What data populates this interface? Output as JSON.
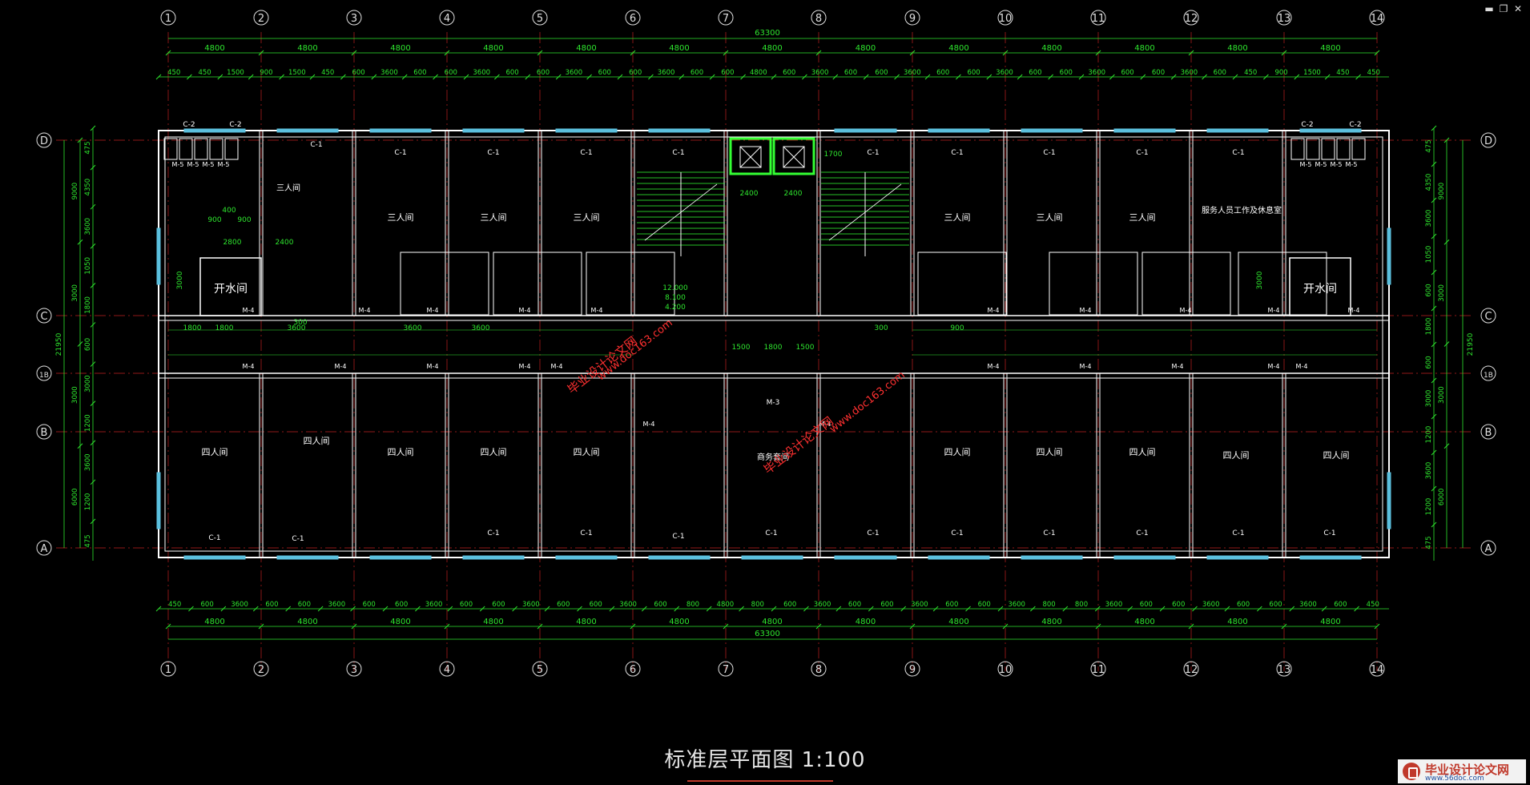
{
  "window": {
    "minimize": "▬",
    "restore": "❐",
    "close": "✕"
  },
  "title": "标准层平面图 1:100",
  "axes_h": [
    "1",
    "2",
    "3",
    "4",
    "5",
    "6",
    "7",
    "8",
    "9",
    "10",
    "11",
    "12",
    "13",
    "14"
  ],
  "axes_v": [
    "D",
    "C",
    "1B",
    "B",
    "A"
  ],
  "total_dim": "63300",
  "total_v_dim": "21950",
  "bay_dim": "4800",
  "top_detail": [
    "450",
    "450",
    "1500",
    "900",
    "1500",
    "450",
    "600",
    "3600",
    "600",
    "600",
    "3600",
    "600",
    "600",
    "3600",
    "600",
    "600",
    "3600",
    "600",
    "600",
    "4800",
    "600",
    "3600",
    "600",
    "600",
    "3600",
    "600",
    "600",
    "3600",
    "600",
    "600",
    "3600",
    "600",
    "600",
    "3600",
    "600",
    "450",
    "900",
    "1500",
    "450",
    "450"
  ],
  "bottom_detail": [
    "450",
    "600",
    "3600",
    "600",
    "600",
    "3600",
    "600",
    "600",
    "3600",
    "600",
    "600",
    "3600",
    "600",
    "600",
    "3600",
    "600",
    "800",
    "4800",
    "800",
    "600",
    "3600",
    "600",
    "600",
    "3600",
    "600",
    "600",
    "3600",
    "800",
    "800",
    "3600",
    "600",
    "600",
    "3600",
    "600",
    "600",
    "3600",
    "600",
    "450"
  ],
  "left_dims": [
    "475",
    "4350",
    "3600",
    "1050",
    "1800",
    "600",
    "3000",
    "1200",
    "3600",
    "1200",
    "475"
  ],
  "left_outer": [
    "9000",
    "3000",
    "3000",
    "6000"
  ],
  "right_dims": [
    "475",
    "4350",
    "3600",
    "1050",
    "600",
    "1800",
    "600",
    "3000",
    "1200",
    "3600",
    "1200",
    "475"
  ],
  "right_outer": [
    "9000",
    "3000",
    "3000",
    "6000"
  ],
  "rooms": {
    "triple": "三人间",
    "quad": "四人间",
    "boiler": "开水间",
    "staff": "服务人员工作及休息室",
    "business": "商务套间"
  },
  "tags": {
    "c1": "C-1",
    "c2": "C-2",
    "m3": "M-3",
    "m4": "M-4",
    "m5": "M-5"
  },
  "dims_misc": [
    "2400",
    "2400",
    "1700",
    "1500",
    "1800",
    "1500",
    "2800",
    "2400",
    "400",
    "900",
    "900",
    "3000",
    "300",
    "12.000",
    "8.100",
    "4.200",
    "3000",
    "1800",
    "1800",
    "3600",
    "3600",
    "3600",
    "900",
    "300"
  ],
  "watermarks": [
    "毕业设计论文网",
    "www.doc163.com"
  ],
  "logo": {
    "name": "毕业设计论文网",
    "url": "www.56doc.com"
  },
  "colors": {
    "wall": "#ffffff",
    "axis": "#e0e0e0",
    "dim": "#2ee62e",
    "grid": "#c02020",
    "window": "#5bc0de",
    "text": "#ffffff",
    "watermark": "#ff3030"
  }
}
